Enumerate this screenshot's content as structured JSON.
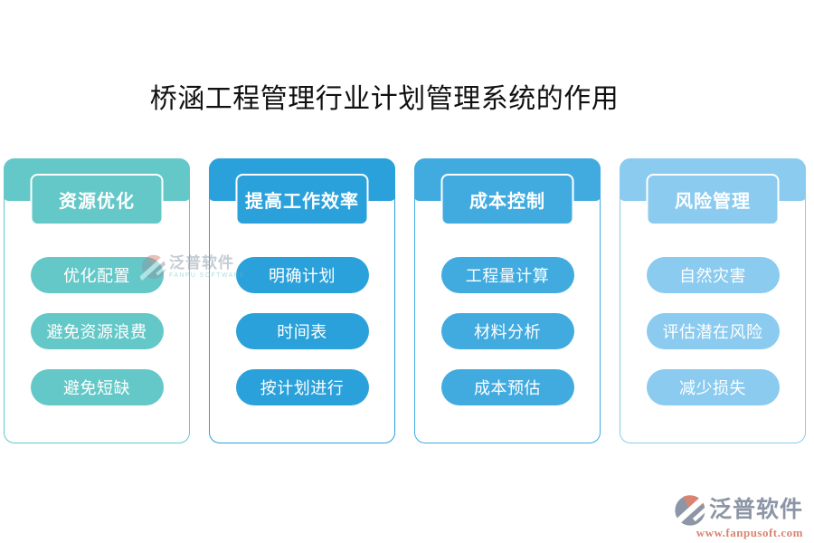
{
  "page": {
    "title": "桥涵工程管理行业计划管理系统的作用"
  },
  "cards": [
    {
      "title": "资源优化",
      "color": "#63c8c7",
      "items": [
        "优化配置",
        "避免资源浪费",
        "避免短缺"
      ]
    },
    {
      "title": "提高工作效率",
      "color": "#2aa1da",
      "items": [
        "明确计划",
        "时间表",
        "按计划进行"
      ]
    },
    {
      "title": "成本控制",
      "color": "#41abe0",
      "items": [
        "工程量计算",
        "材料分析",
        "成本预估"
      ]
    },
    {
      "title": "风险管理",
      "color": "#8bcbef",
      "items": [
        "自然灾害",
        "评估潜在风险",
        "减少损失"
      ]
    }
  ],
  "watermark": {
    "name": "泛普软件",
    "subtitle": "FANPU SOFTWARE"
  },
  "footer_logo": {
    "name": "泛普软件",
    "url": "www.fanpusoft.com",
    "logo_gray": "#8d96a6",
    "logo_accent": "#d88472"
  }
}
